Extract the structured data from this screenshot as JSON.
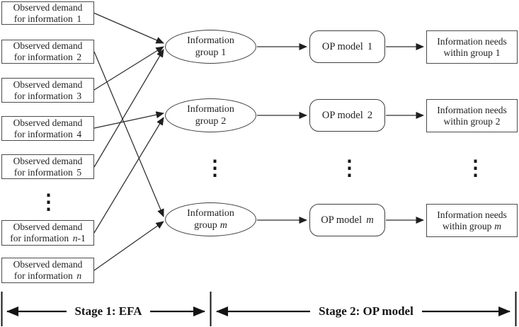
{
  "colors": {
    "ink": "#1f1f1f",
    "box_border": "#4b4b4b",
    "line": "#2e2e2e",
    "background": "#ffffff"
  },
  "vdots": "⋮",
  "left_boxes": [
    {
      "line1": "Observed demand",
      "line2": "for information",
      "num": "1"
    },
    {
      "line1": "Observed demand",
      "line2": "for information",
      "num": "2"
    },
    {
      "line1": "Observed demand",
      "line2": "for information",
      "num": "3"
    },
    {
      "line1": "Observed demand",
      "line2": "for information",
      "num": "4"
    },
    {
      "line1": "Observed demand",
      "line2": "for information",
      "num": "5"
    },
    {
      "line1": "Observed demand",
      "line2": "for information",
      "num": "n",
      "num_suffix": "-1"
    },
    {
      "line1": "Observed demand",
      "line2": "for information",
      "num": "n"
    }
  ],
  "groups": [
    {
      "line1": "Information",
      "line2": "group",
      "num": "1"
    },
    {
      "line1": "Information",
      "line2": "group",
      "num": "2"
    },
    {
      "line1": "Information",
      "line2": "group",
      "num": "m"
    }
  ],
  "op_models": [
    {
      "label": "OP model",
      "num": "1"
    },
    {
      "label": "OP model",
      "num": "2"
    },
    {
      "label": "OP model",
      "num": "m"
    }
  ],
  "needs_boxes": [
    {
      "line1": "Information needs",
      "line2": "within group",
      "num": "1"
    },
    {
      "line1": "Information needs",
      "line2": "within group",
      "num": "2"
    },
    {
      "line1": "Information needs",
      "line2": "within group",
      "num": "m"
    }
  ],
  "stages": {
    "stage1": "Stage 1: EFA",
    "stage2": "Stage 2: OP model"
  }
}
